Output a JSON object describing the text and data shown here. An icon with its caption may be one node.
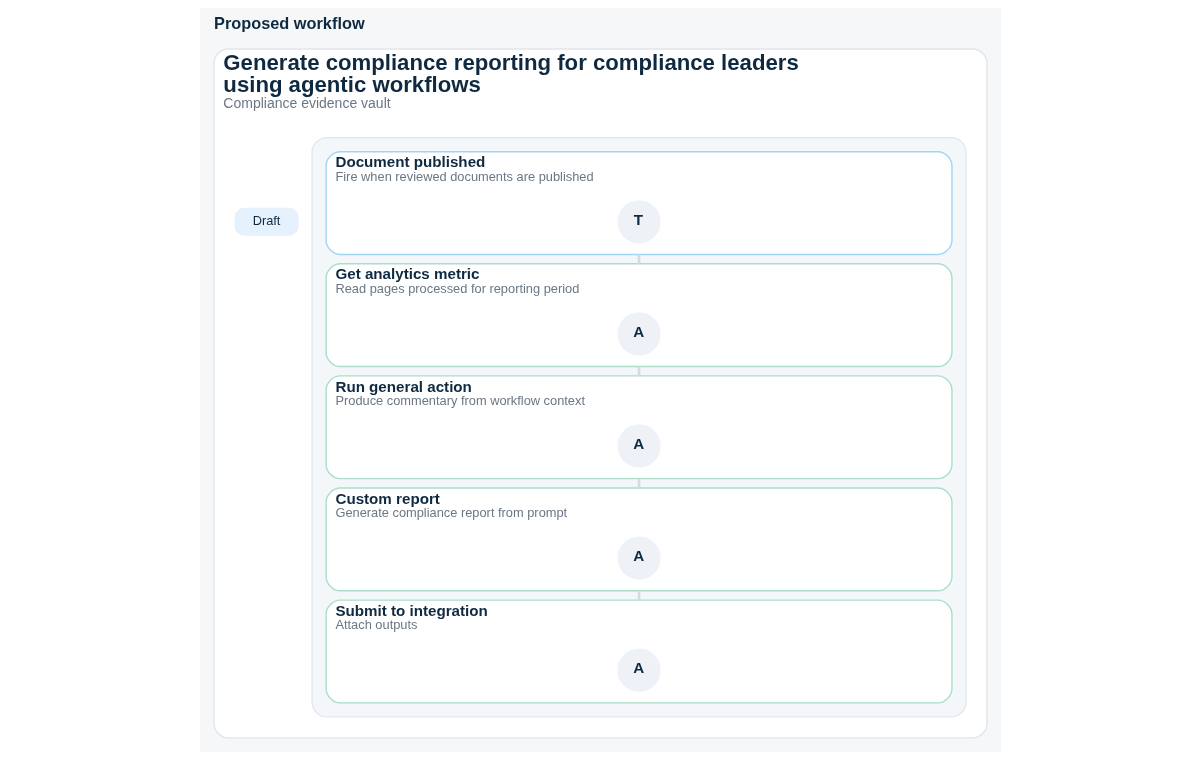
{
  "diagram": {
    "title": "Proposed workflow",
    "nodes": [
      {
        "text": [
          "Generate compliance reporting for compliance leaders using agentic workflows",
          "Compliance evidence vault"
        ]
      },
      {
        "text": [
          "Draft"
        ],
        "in": 0
      },
      {
        "text": [],
        "shape": "box",
        "in": 0
      },
      {
        "text": [
          "Document published",
          "Fire when reviewed documents are published"
        ],
        "in": 2
      },
      {
        "text": [
          "T"
        ],
        "in": 3
      },
      {
        "text": [
          "Get analytics metric",
          "Read pages processed for reporting period"
        ],
        "in": 2
      },
      {
        "text": [
          "A"
        ],
        "in": 5
      },
      {
        "text": [
          "Run general action",
          "Produce commentary from workflow context"
        ],
        "in": 2
      },
      {
        "text": [
          "A"
        ],
        "in": 7
      },
      {
        "text": [
          "Custom report",
          "Generate compliance report from prompt"
        ],
        "in": 2
      },
      {
        "text": [
          "A"
        ],
        "in": 9
      },
      {
        "text": [
          "Submit to integration",
          "Attach outputs"
        ],
        "in": 2
      },
      {
        "text": [
          "A"
        ],
        "in": 11
      }
    ],
    "edges": [
      {
        "from": 3,
        "to": 5,
        "arrow": "none"
      },
      {
        "from": 5,
        "to": 7,
        "arrow": "none"
      },
      {
        "from": 7,
        "to": 9,
        "arrow": "none"
      },
      {
        "from": 9,
        "to": 11,
        "arrow": "none"
      }
    ]
  }
}
